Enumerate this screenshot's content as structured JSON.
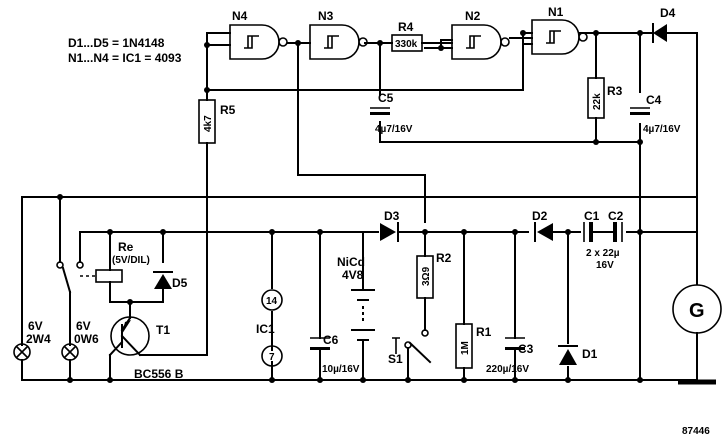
{
  "notes": {
    "line1": "D1...D5 = 1N4148",
    "line2": "N1...N4 = IC1 = 4093"
  },
  "gates": {
    "n1": "N1",
    "n2": "N2",
    "n3": "N3",
    "n4": "N4"
  },
  "resistors": {
    "r1": {
      "name": "R1",
      "value": "1M"
    },
    "r2": {
      "name": "R2",
      "value": "3Ω9"
    },
    "r3": {
      "name": "R3",
      "value": "22k"
    },
    "r4": {
      "name": "R4",
      "value": "330k"
    },
    "r5": {
      "name": "R5",
      "value": "4k7"
    }
  },
  "capacitors": {
    "c1": "C1",
    "c2": "C2",
    "c12_value1": "2 x 22µ",
    "c12_value2": "16V",
    "c3": {
      "name": "C3",
      "value": "220µ/16V"
    },
    "c4": {
      "name": "C4",
      "value": "4µ7/16V"
    },
    "c5": {
      "name": "C5",
      "value": "4µ7/16V"
    },
    "c6": {
      "name": "C6",
      "value": "10µ/16V"
    }
  },
  "diodes": {
    "d1": "D1",
    "d2": "D2",
    "d3": "D3",
    "d4": "D4",
    "d5": "D5"
  },
  "relay": {
    "name": "Re",
    "spec": "(5V/DIL)"
  },
  "transistor": {
    "name": "T1",
    "type": "BC556 B"
  },
  "battery": {
    "name": "NiCd",
    "voltage": "4V8"
  },
  "switch": "S1",
  "ic": {
    "name": "IC1",
    "pin_vcc": "14",
    "pin_gnd": "7"
  },
  "lamps": {
    "lamp1_v": "6V",
    "lamp1_w": "2W4",
    "lamp2_v": "6V",
    "lamp2_w": "0W6"
  },
  "generator": "G",
  "figure_number": "87446"
}
